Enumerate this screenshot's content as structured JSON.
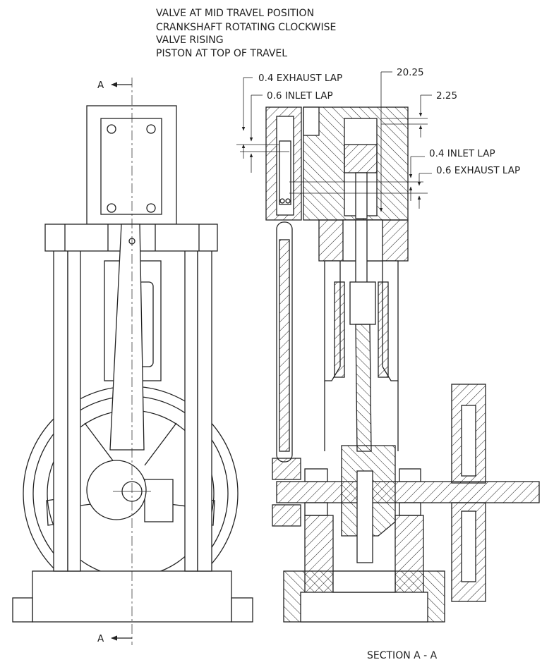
{
  "notes": [
    "VALVE AT MID TRAVEL  POSITION",
    "CRANKSHAFT ROTATING CLOCKWISE",
    "VALVE RISING",
    "PISTON AT TOP OF TRAVEL"
  ],
  "section_marker": "A",
  "section_title": "SECTION A - A",
  "dimensions": {
    "exhaust_lap_top": "0.4 EXHAUST LAP",
    "inlet_lap_top": "0.6 INLET LAP",
    "port_distance": "20.25",
    "top_offset": "2.25",
    "inlet_lap_bottom": "0.4 INLET LAP",
    "exhaust_lap_bottom": "0.6 EXHAUST LAP"
  }
}
